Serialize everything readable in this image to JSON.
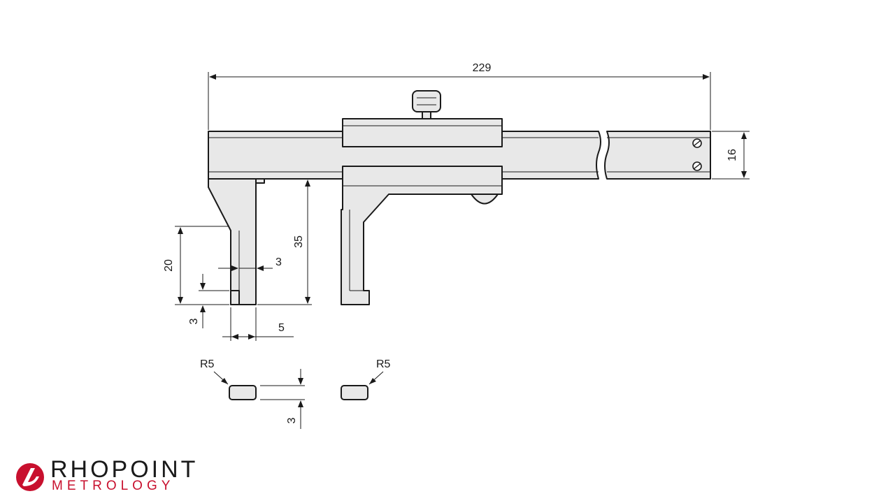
{
  "dimensions": {
    "overall_length": "229",
    "beam_height": "16",
    "jaw_depth": "35",
    "jaw_tip_length": "20",
    "jaw_thickness": "3",
    "tip_height": "3",
    "tip_width": "5",
    "section_thickness": "3",
    "radius_left": "R5",
    "radius_right": "R5"
  },
  "logo": {
    "name": "RHOPOINT",
    "sub": "METROLOGY",
    "brand_color": "#c8102e"
  },
  "colors": {
    "part_fill": "#e8e8e8",
    "line": "#1a1a1a"
  }
}
